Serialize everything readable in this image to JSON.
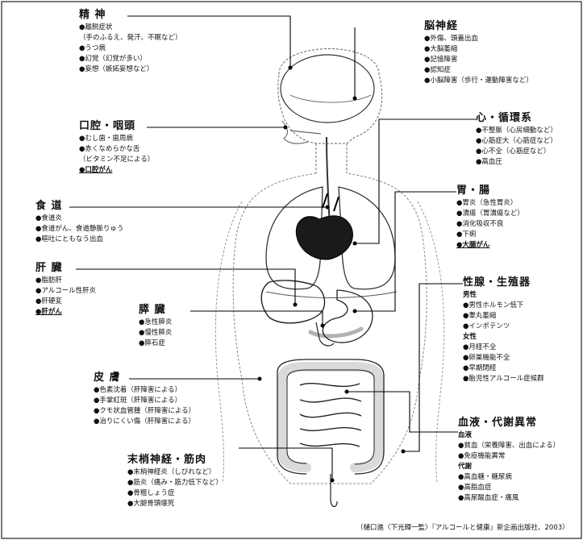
{
  "groups": {
    "seishin": {
      "title": "精 神",
      "items": [
        "●離脱症状",
        "（手のふるえ、発汗、不眠など）",
        "●うつ病",
        "●幻覚（幻覚が多い）",
        "●妄想（嫉妬妄想など）"
      ]
    },
    "noushinkei": {
      "title": "脳神経",
      "items": [
        "●外傷、頭蓋出血",
        "●大脳萎縮",
        "●記憶障害",
        "●認知症",
        "●小脳障害（歩行・運動障害など）"
      ]
    },
    "koukou": {
      "title": "口腔・咽頭",
      "items": [
        "●むし歯・歯周病",
        "●赤くなめらかな舌",
        "（ビタミン不足による）",
        "●口腔がん"
      ]
    },
    "junkan": {
      "title": "心・循環系",
      "items": [
        "●不整脈（心房細動など）",
        "●心筋症大（心筋症など）",
        "●心不全（心筋症など）",
        "●高血圧"
      ]
    },
    "shokudou": {
      "title": "食 道",
      "items": [
        "●食道炎",
        "●食道がん、食道静脈りゅう",
        "●嘔吐にともなう出血"
      ]
    },
    "i_chou": {
      "title": "胃・腸",
      "items": [
        "●胃炎（急性胃炎）",
        "●潰瘍（胃潰瘍など）",
        "●消化吸収不良",
        "●下痢",
        "●大腸がん"
      ]
    },
    "kanzou": {
      "title": "肝 臓",
      "items": [
        "●脂肪肝",
        "●アルコール性肝炎",
        "●肝硬変",
        "●肝がん"
      ]
    },
    "suizou": {
      "title": "膵 臓",
      "items": [
        "●急性膵炎",
        "●慢性膵炎",
        "●膵石症"
      ]
    },
    "seisen": {
      "title": "性腺・生殖器",
      "items": [
        "男性",
        "●男性ホルモン低下",
        "●睾丸萎縮",
        "●インポテンツ",
        "女性",
        "●月経不全",
        "●卵巣機能不全",
        "●早期閉経",
        "●胎児性アルコール症候群"
      ]
    },
    "hifu": {
      "title": "皮 膚",
      "items": [
        "●色素沈着（肝障害による）",
        "●手掌紅斑（肝障害による）",
        "●クモ状血管腫（肝障害による）",
        "●治りにくい傷（肝障害による）"
      ]
    },
    "ketsueki": {
      "title": "血液・代謝異常",
      "items": [
        "血液",
        "●貧血（栄養障害、出血による）",
        "●免疫機能異常",
        "代謝",
        "●高血糖・糖尿病",
        "●高脂血症",
        "●高尿酸血症・痛風"
      ]
    },
    "masshou": {
      "title": "末梢神経・筋肉",
      "items": [
        "●末梢神経炎（しびれなど）",
        "●筋炎（痛み・筋力低下など）",
        "●骨粗しょう症",
        "●大腿骨頭壊死"
      ]
    }
  },
  "citation": "（樋口進〈下光輝一監〉『アルコールと健康』新企画出版社、2003）"
}
